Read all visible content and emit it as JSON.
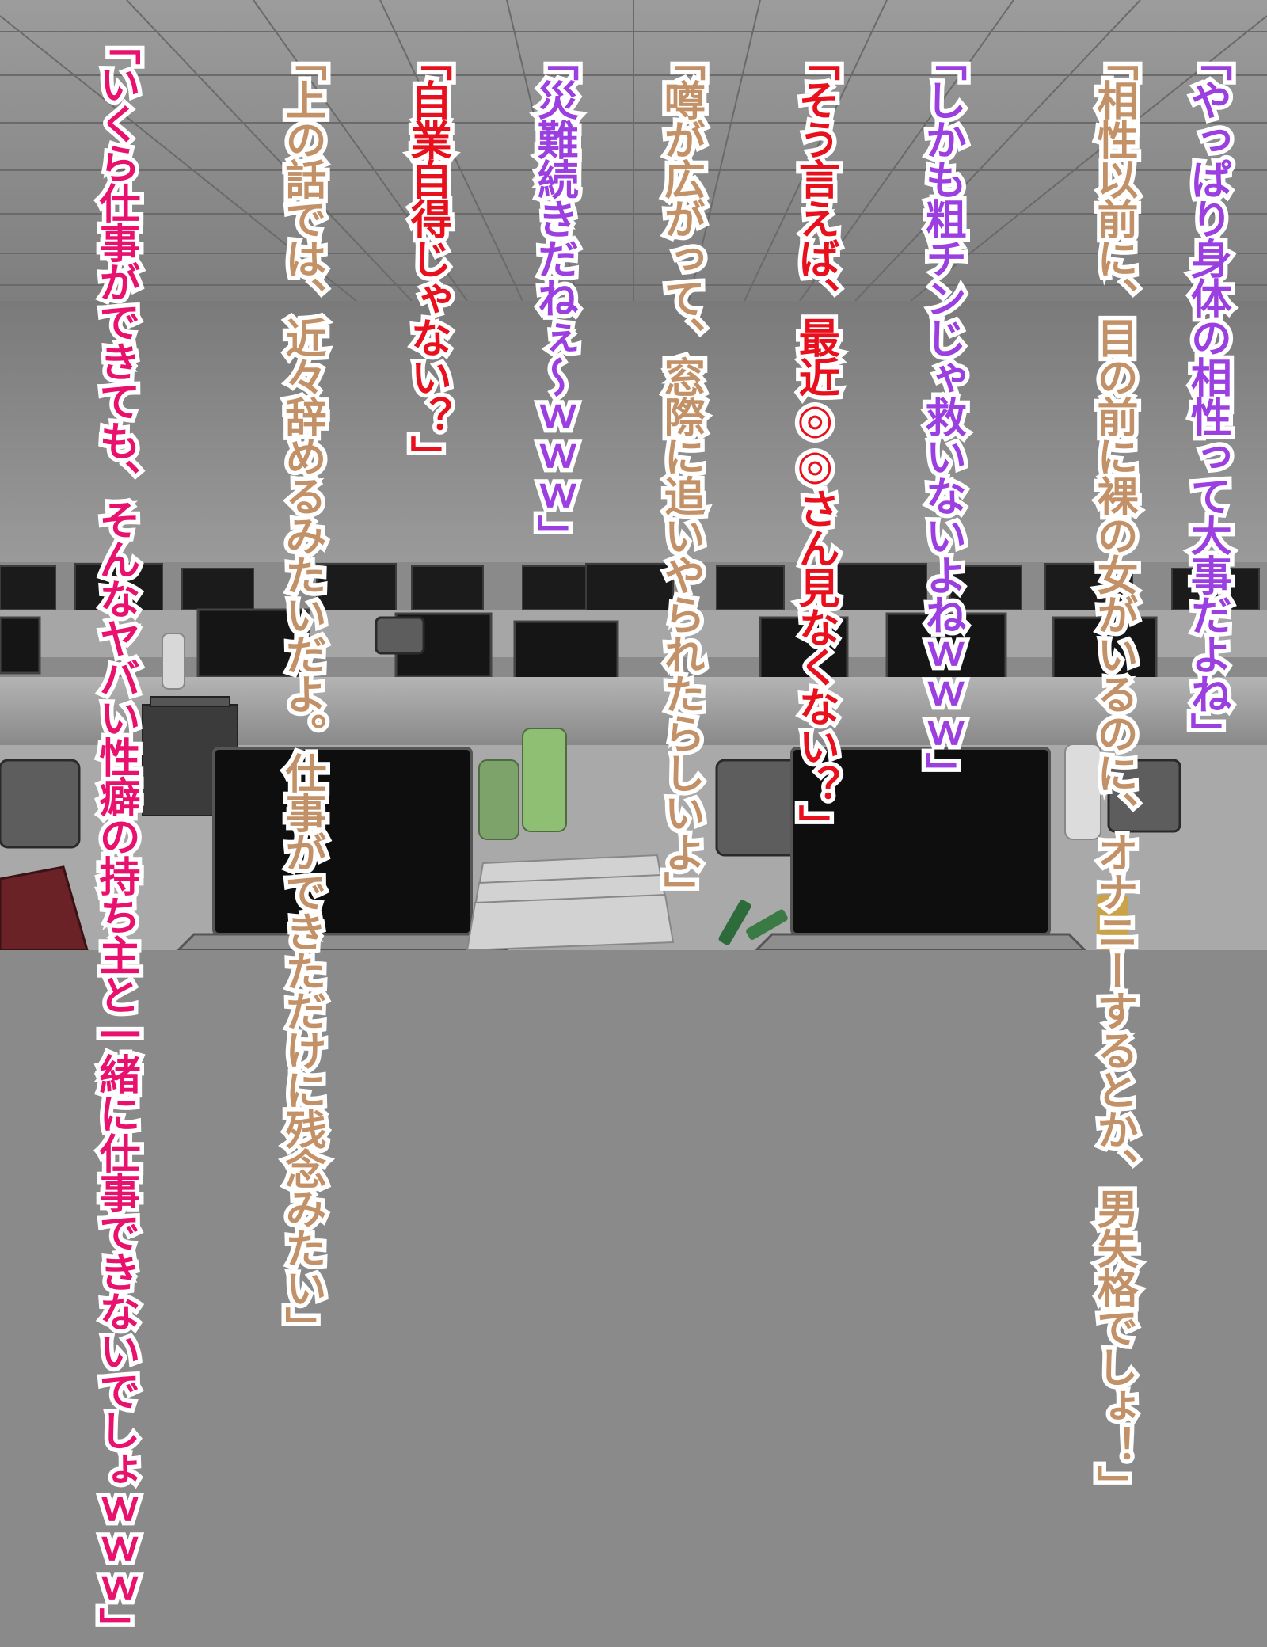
{
  "colors": {
    "pink": "#e8126e",
    "purple": "#9b3fe0",
    "red": "#e8101c",
    "tan": "#c39167",
    "outline": "#ffffff"
  },
  "speech": [
    {
      "text": "「やっぱり身体の相性って大事だよね」",
      "color": "purple"
    },
    {
      "text": "「相性以前に、目の前に裸の女がいるのに、オナニーするとか、男失格でしょ！」",
      "color": "tan"
    },
    {
      "text": "「しかも粗チンじゃ救いないよねｗｗｗ」",
      "color": "purple"
    },
    {
      "text": "「そう言えば、最近◎◎さん見なくない？」",
      "color": "red"
    },
    {
      "text": "「噂が広がって、窓際に追いやられたらしいよ」",
      "color": "tan"
    },
    {
      "text": "「災難続きだねぇ～ｗｗｗ」",
      "color": "purple"
    },
    {
      "text": "「自業自得じゃない？」",
      "color": "red"
    },
    {
      "text": "「上の話では、近々辞めるみたいだよ。仕事ができただけに残念みたい」",
      "color": "tan"
    },
    {
      "text": "「いくら仕事ができても、そんなヤバい性癖の持ち主と一緒に仕事できないでしょｗｗｗ」",
      "color": "pink"
    }
  ]
}
